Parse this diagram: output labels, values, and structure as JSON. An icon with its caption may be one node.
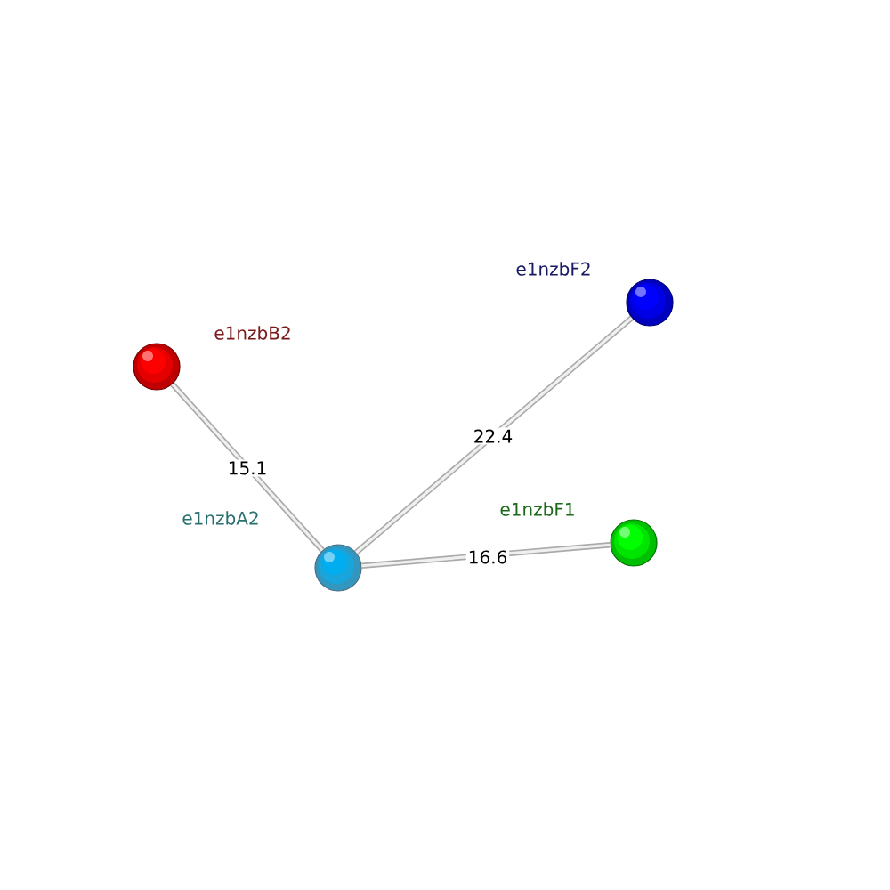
{
  "diagram": {
    "nodes": [
      {
        "text": [],
        "shape": "circle",
        "beside": [
          "e1nzbF2"
        ]
      },
      {
        "text": [],
        "shape": "circle",
        "beside": [
          "e1nzbB2"
        ]
      },
      {
        "text": [],
        "shape": "circle",
        "beside": [
          "e1nzbA2"
        ]
      },
      {
        "text": [],
        "shape": "circle",
        "beside": [
          "e1nzbF1"
        ]
      }
    ],
    "edges": [
      {
        "from": 1,
        "to": 2,
        "arrow": "none",
        "label": "15.1"
      },
      {
        "from": 2,
        "to": 0,
        "arrow": "none",
        "label": "22.4"
      },
      {
        "from": 2,
        "to": 3,
        "arrow": "none",
        "label": "16.6"
      }
    ]
  }
}
